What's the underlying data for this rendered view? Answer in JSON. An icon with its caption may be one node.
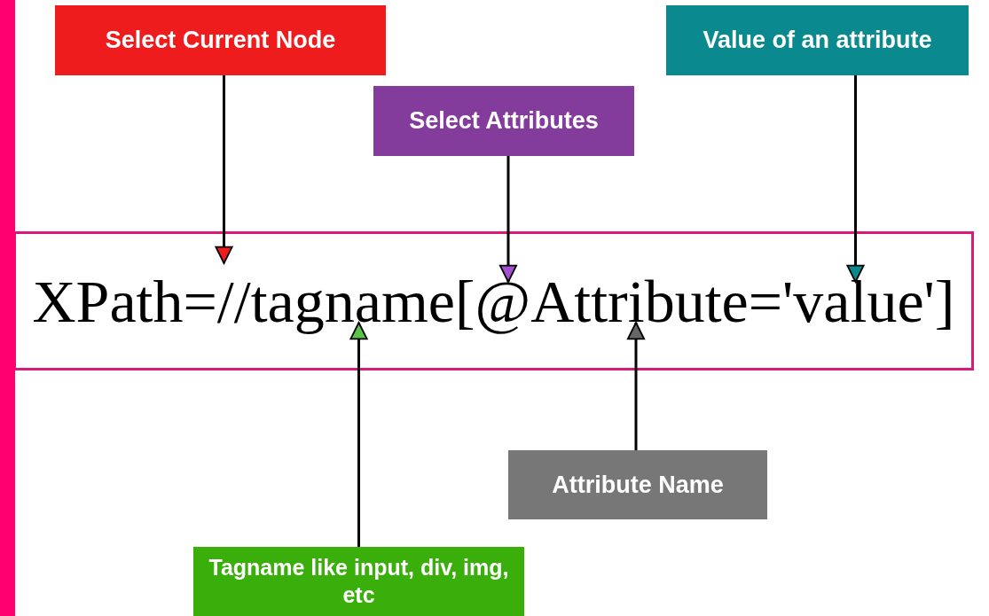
{
  "diagram": {
    "nodes": [
      {
        "text": [
          "Select Current Node"
        ]
      },
      {
        "text": [
          "Select Attributes"
        ]
      },
      {
        "text": [
          "Value of an attribute"
        ]
      },
      {
        "text": [
          "XPath=//tagname[@Attribute='value']"
        ]
      },
      {
        "text": [
          "Attribute Name"
        ]
      },
      {
        "text": [
          "Tagname like input, div, img, etc"
        ]
      },
      {
        "text": [],
        "shape": "bar"
      }
    ],
    "edges": [
      {
        "from": 0,
        "to": 3,
        "arrow": "to"
      },
      {
        "from": 1,
        "to": 3,
        "arrow": "to"
      },
      {
        "from": 2,
        "to": 3,
        "arrow": "to"
      },
      {
        "from": 5,
        "to": 3,
        "arrow": "to"
      },
      {
        "from": 4,
        "to": 3,
        "arrow": "to"
      }
    ]
  }
}
